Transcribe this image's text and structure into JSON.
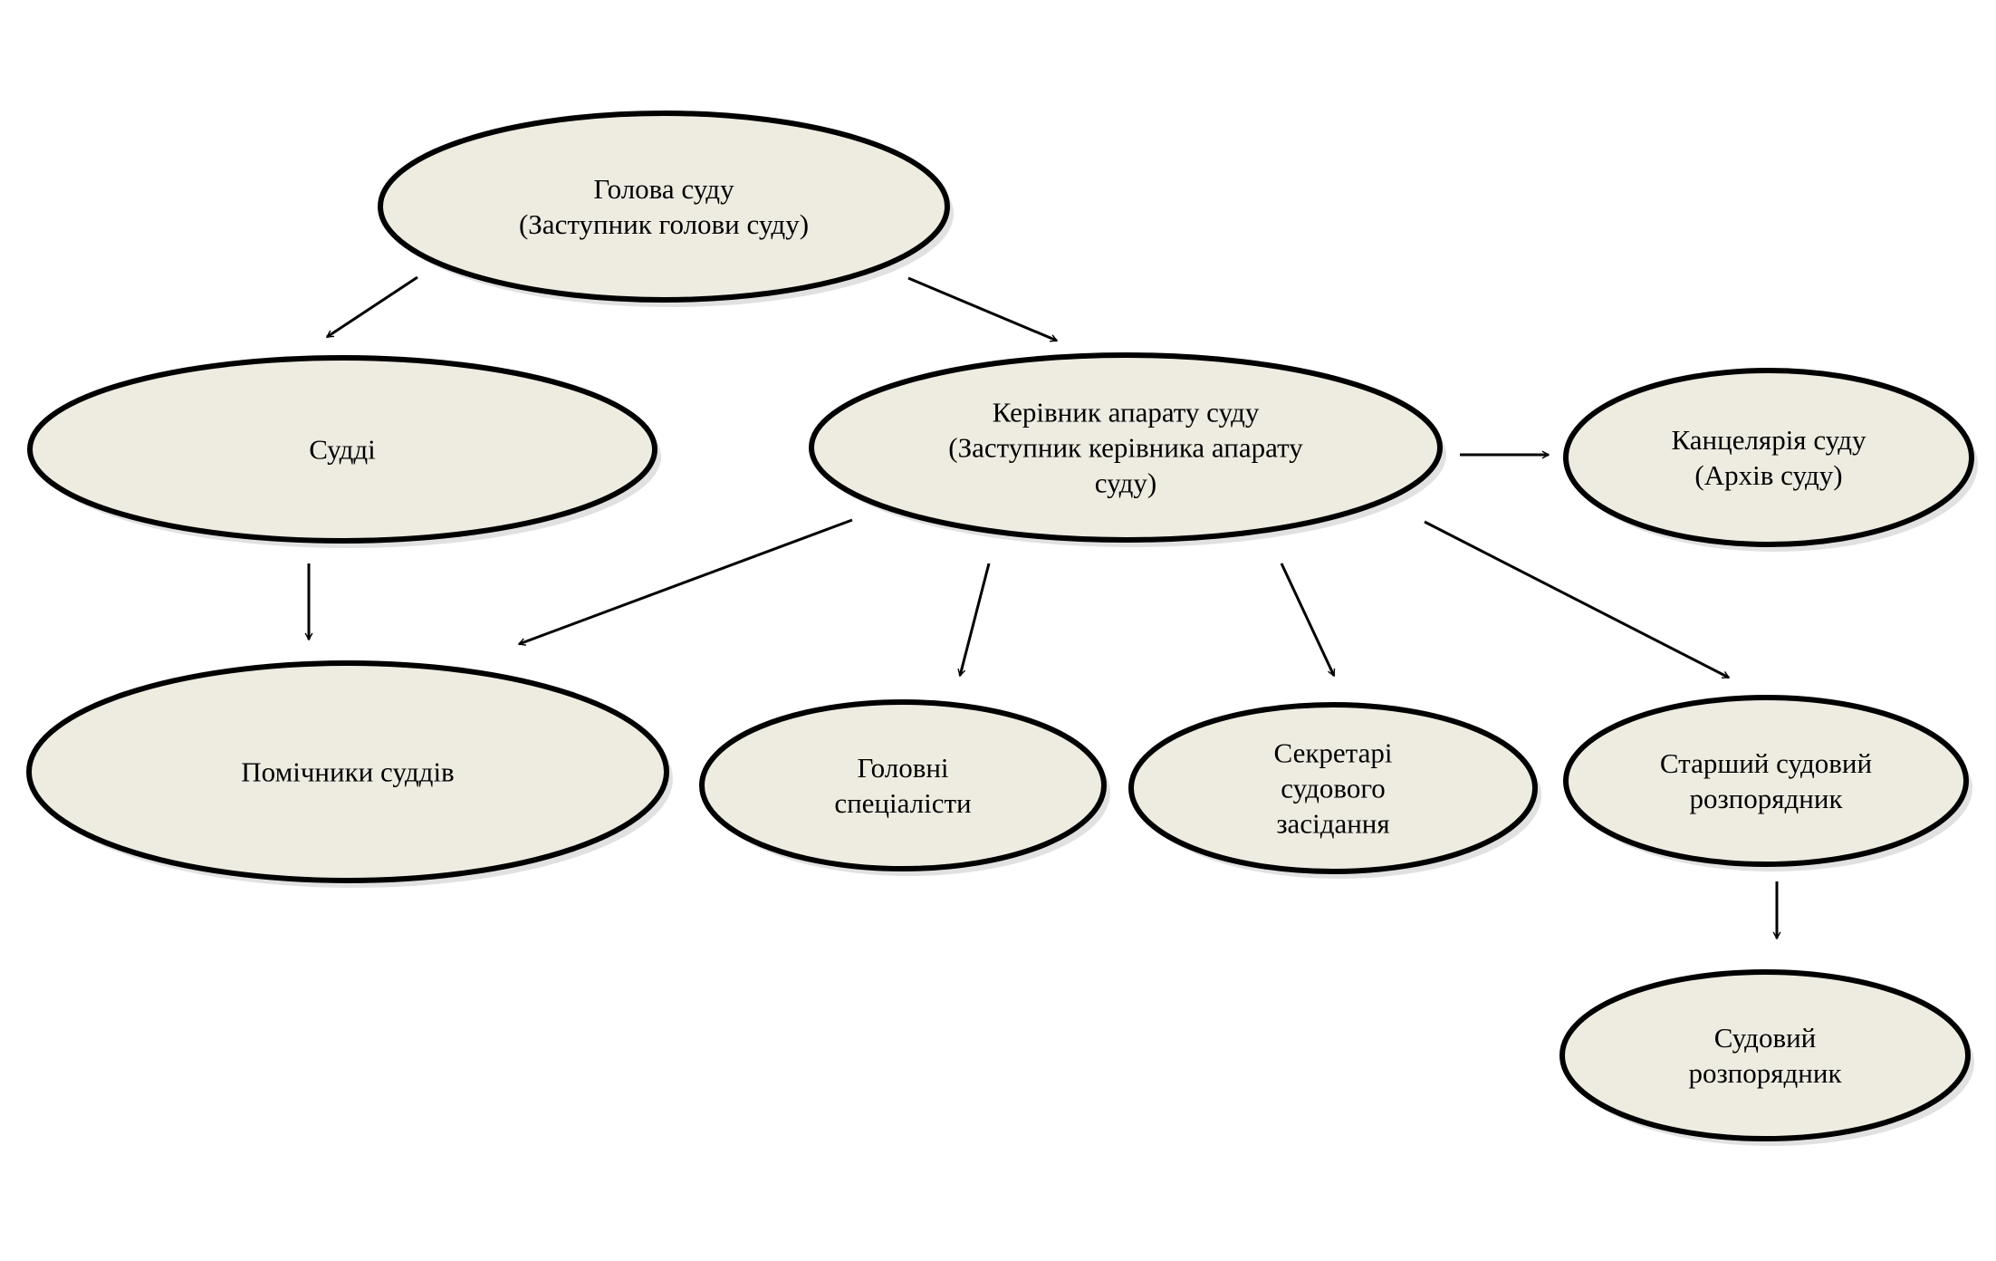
{
  "nodes": {
    "head": {
      "lines": [
        "Голова суду",
        "(Заступник голови суду)"
      ]
    },
    "judges": {
      "lines": [
        "Судді"
      ]
    },
    "chief_of_staff": {
      "lines": [
        "Керівник апарату суду",
        "(Заступник керівника апарату",
        "суду)"
      ]
    },
    "chancellery": {
      "lines": [
        "Канцелярія суду",
        "(Архів суду)"
      ]
    },
    "assistants": {
      "lines": [
        "Помічники суддів"
      ]
    },
    "chief_specialists": {
      "lines": [
        "Головні",
        "спеціалісти"
      ]
    },
    "secretaries": {
      "lines": [
        "Секретарі",
        "судового",
        "засідання"
      ]
    },
    "senior_clerk": {
      "lines": [
        "Старший судовий",
        "розпорядник"
      ]
    },
    "clerk": {
      "lines": [
        "Судовий",
        "розпорядник"
      ]
    }
  },
  "edges": [
    {
      "from": "head",
      "to": "judges"
    },
    {
      "from": "head",
      "to": "chief_of_staff"
    },
    {
      "from": "judges",
      "to": "assistants"
    },
    {
      "from": "chief_of_staff",
      "to": "chancellery"
    },
    {
      "from": "chief_of_staff",
      "to": "assistants"
    },
    {
      "from": "chief_of_staff",
      "to": "chief_specialists"
    },
    {
      "from": "chief_of_staff",
      "to": "secretaries"
    },
    {
      "from": "chief_of_staff",
      "to": "senior_clerk"
    },
    {
      "from": "senior_clerk",
      "to": "clerk"
    }
  ],
  "colors": {
    "node_fill": "#eeece1",
    "node_stroke": "#000000",
    "arrow": "#000000"
  }
}
